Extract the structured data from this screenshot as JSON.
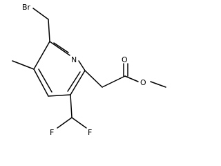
{
  "molecule": {
    "atoms": {
      "bromine": "Br",
      "ring_nitrogen": "N",
      "carbonyl_oxygen": "O",
      "ester_oxygen": "O",
      "fluorine_left": "F",
      "fluorine_right": "F"
    }
  }
}
